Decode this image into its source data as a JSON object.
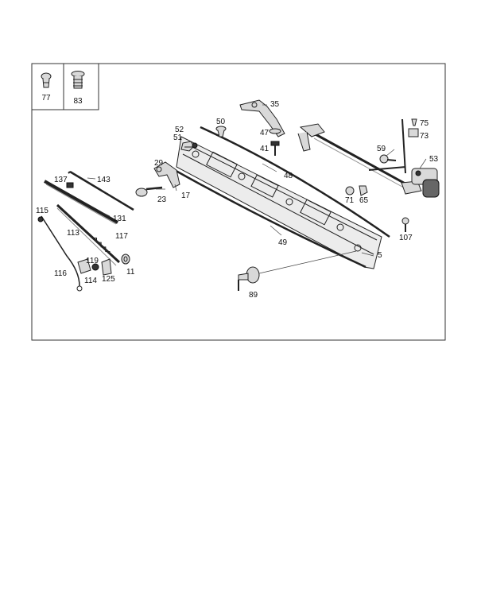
{
  "legend_items": [
    {
      "id": "77",
      "label": "77",
      "icon": "push-clip-icon"
    },
    {
      "id": "83",
      "label": "83",
      "icon": "spreader-clip-icon"
    }
  ],
  "callouts": {
    "c5": "5",
    "c11": "11",
    "c17": "17",
    "c23": "23",
    "c29": "29",
    "c35": "35",
    "c41": "41",
    "c47": "47",
    "c48": "48",
    "c49": "49",
    "c50": "50",
    "c51": "51",
    "c52": "52",
    "c53": "53",
    "c59": "59",
    "c65": "65",
    "c71": "71",
    "c73": "73",
    "c75": "75",
    "c89": "89",
    "c107": "107",
    "c113": "113",
    "c114": "114",
    "c115": "115",
    "c116": "116",
    "c117": "117",
    "c119": "119",
    "c125": "125",
    "c131": "131",
    "c137": "137",
    "c143": "143"
  },
  "colors": {
    "line": "#222222",
    "fill": "#d9d9d9",
    "frame": "#333333"
  }
}
